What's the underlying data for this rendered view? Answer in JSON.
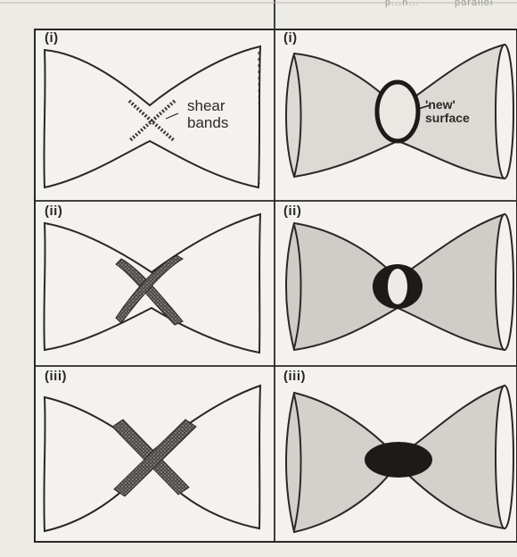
{
  "header": {
    "fragment_text": "p...n...",
    "fragment_right": "parallel"
  },
  "panels": {
    "left_i": {
      "label": "(i)"
    },
    "left_ii": {
      "label": "(ii)"
    },
    "left_iii": {
      "label": "(iii)"
    },
    "right_i": {
      "label": "(i)"
    },
    "right_ii": {
      "label": "(ii)"
    },
    "right_iii": {
      "label": "(iii)"
    }
  },
  "annotations": {
    "shear_line1": "shear",
    "shear_line2": "bands",
    "new_line1": "'new'",
    "new_line2": "surface"
  },
  "colors": {
    "paper": "#ecebe6",
    "ink": "#2a2826",
    "shaded": "#d5d3cd",
    "black_fill": "#1c1b19"
  }
}
